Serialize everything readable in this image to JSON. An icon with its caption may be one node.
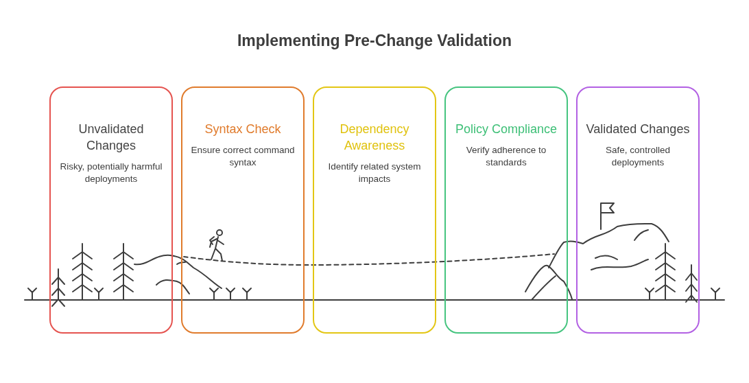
{
  "diagram": {
    "title": "Implementing Pre-Change Validation",
    "nodes": [
      {
        "text": [
          "Unvalidated Changes",
          "Risky, potentially harmful deployments"
        ]
      },
      {
        "text": [
          "Syntax Check",
          "Ensure correct command syntax"
        ]
      },
      {
        "text": [
          "Dependency Awareness",
          "Identify related system impacts"
        ]
      },
      {
        "text": [
          "Policy Compliance",
          "Verify adherence to standards"
        ]
      },
      {
        "text": [
          "Validated Changes",
          "Safe, controlled deployments"
        ]
      }
    ]
  }
}
